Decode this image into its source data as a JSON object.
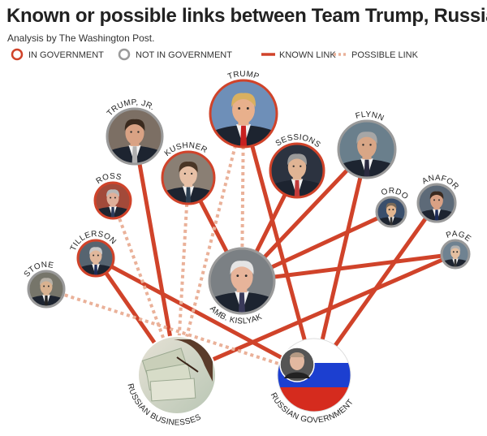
{
  "header": {
    "title": "Known or possible links between Team Trump, Russia",
    "subtitle": "Analysis by The Washington Post."
  },
  "legend": {
    "in_government": "IN GOVERNMENT",
    "not_in_government": "NOT IN GOVERNMENT",
    "known_link": "KNOWN LINK",
    "possible_link": "POSSIBLE LINK"
  },
  "colors": {
    "link": "#d0432a",
    "possible": "#eab199",
    "in_government_ring": "#d0432a",
    "not_in_government_ring": "#9a9a9a"
  },
  "people": {
    "trump": {
      "label": "TRUMP",
      "in_government": true
    },
    "trump_jr": {
      "label": "TRUMP, JR.",
      "in_government": false
    },
    "kushner": {
      "label": "KUSHNER",
      "in_government": true
    },
    "sessions": {
      "label": "SESSIONS",
      "in_government": true
    },
    "flynn": {
      "label": "FLYNN",
      "in_government": false
    },
    "ross": {
      "label": "ROSS",
      "in_government": true
    },
    "gordon": {
      "label": "GORDON",
      "in_government": false
    },
    "manafort": {
      "label": "MANAFORT",
      "in_government": false
    },
    "tillerson": {
      "label": "TILLERSON",
      "in_government": true
    },
    "page": {
      "label": "PAGE",
      "in_government": false
    },
    "stone": {
      "label": "STONE",
      "in_government": false
    },
    "kislyak": {
      "label": "AMB. KISLYAK",
      "in_government": false
    },
    "russian_businesses": {
      "label": "RUSSIAN BUSINESSES",
      "in_government": false
    },
    "russian_government": {
      "label": "RUSSIAN GOVERNMENT",
      "in_government": false
    }
  },
  "links": [
    {
      "from": "trump_jr",
      "to": "russian_businesses",
      "kind": "known"
    },
    {
      "from": "trump",
      "to": "russian_government",
      "kind": "known"
    },
    {
      "from": "kushner",
      "to": "kislyak",
      "kind": "known"
    },
    {
      "from": "sessions",
      "to": "kislyak",
      "kind": "known"
    },
    {
      "from": "flynn",
      "to": "kislyak",
      "kind": "known"
    },
    {
      "from": "flynn",
      "to": "russian_government",
      "kind": "known"
    },
    {
      "from": "gordon",
      "to": "kislyak",
      "kind": "known"
    },
    {
      "from": "page",
      "to": "kislyak",
      "kind": "known"
    },
    {
      "from": "page",
      "to": "russian_businesses",
      "kind": "known"
    },
    {
      "from": "manafort",
      "to": "russian_government",
      "kind": "known"
    },
    {
      "from": "tillerson",
      "to": "russian_businesses",
      "kind": "known"
    },
    {
      "from": "tillerson",
      "to": "russian_government",
      "kind": "known"
    },
    {
      "from": "trump",
      "to": "russian_businesses",
      "kind": "possible"
    },
    {
      "from": "trump",
      "to": "kislyak",
      "kind": "possible"
    },
    {
      "from": "kushner",
      "to": "russian_businesses",
      "kind": "possible"
    },
    {
      "from": "ross",
      "to": "russian_businesses",
      "kind": "possible"
    },
    {
      "from": "stone",
      "to": "russian_government",
      "kind": "possible"
    }
  ]
}
